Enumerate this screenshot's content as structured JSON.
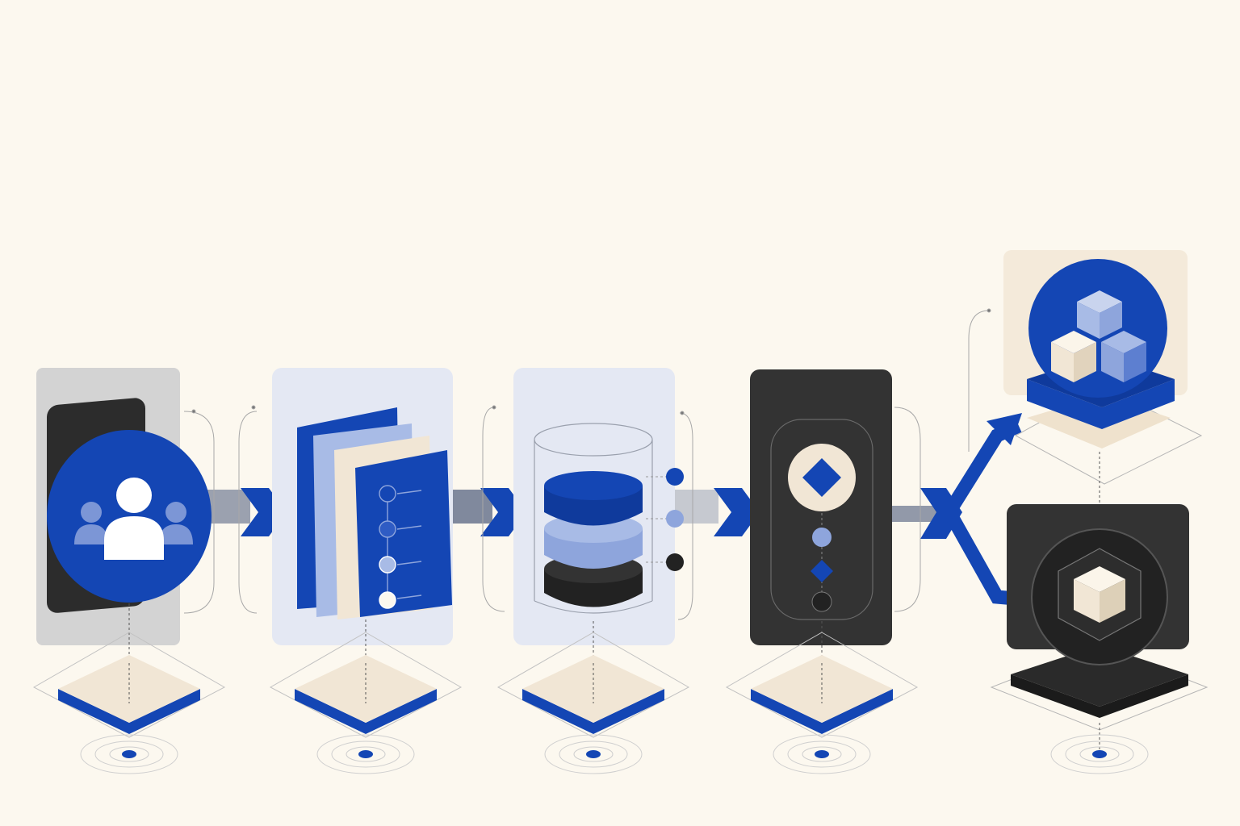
{
  "colors": {
    "background": "#fcf8ef",
    "blue": "#1446b4",
    "blue_light": "#8ea5dc",
    "blue_pale": "#c9d4ee",
    "dark": "#333333",
    "darker": "#222222",
    "cream": "#f1e6d5",
    "gray_panel": "#d3d3d3",
    "lavender_panel": "#e4e8f3",
    "connector": "#4b5a7a",
    "line": "#9a9a9a"
  },
  "stages": [
    {
      "id": "users",
      "icon": "user-group-icon"
    },
    {
      "id": "documents",
      "icon": "document-stack-icon"
    },
    {
      "id": "storage",
      "icon": "database-icon"
    },
    {
      "id": "processing",
      "icon": "decision-diamond-icon"
    }
  ],
  "outputs": [
    {
      "id": "output-primary",
      "icon": "cube-cluster-icon"
    },
    {
      "id": "output-secondary",
      "icon": "cube-icon"
    }
  ]
}
